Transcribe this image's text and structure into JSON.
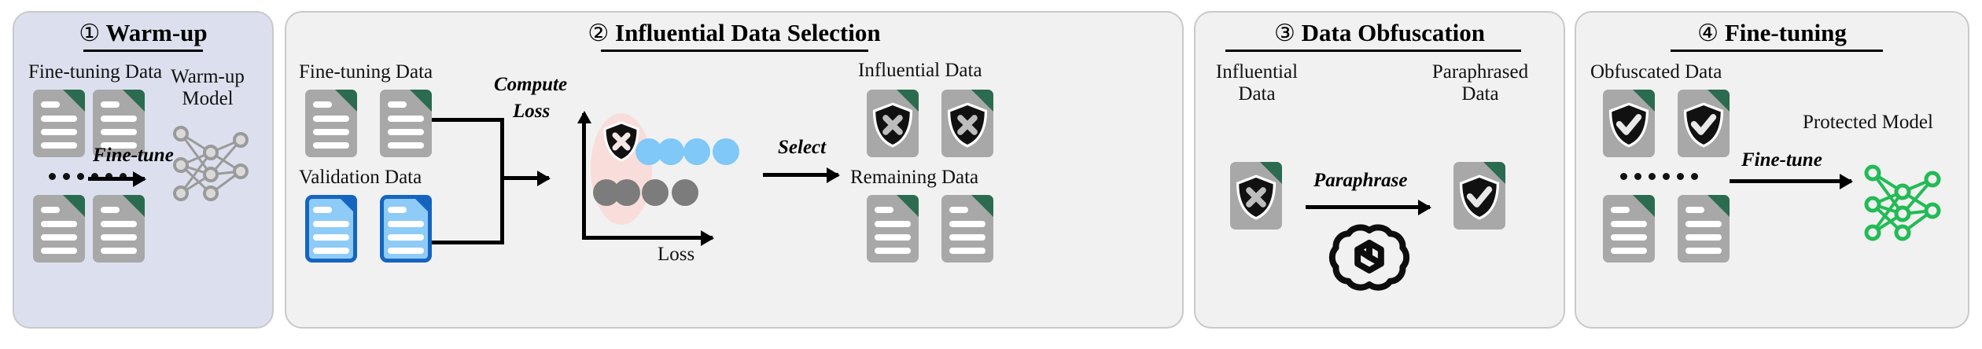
{
  "figure": {
    "type": "pipeline-diagram",
    "panel_count": 4,
    "colors": {
      "panel1_bg": "#dce0ee",
      "panel_bg": "#f1f1f1",
      "panel_border": "#c9c9c9",
      "doc_gray": "#a8a8a8",
      "doc_corner_green": "#2b6b4f",
      "validation_blue_fill": "#8ecbf7",
      "validation_blue_stroke": "#1565c0",
      "loss_dot_blue": "#7fc8f8",
      "loss_dot_gray": "#7c7c7c",
      "highlight_ellipse": "#f9ddda",
      "warmup_model_gray": "#9a9a9a",
      "protected_model_green": "#22bb55"
    }
  },
  "panels": [
    {
      "number": "①",
      "title": "Warm-up",
      "labels": {
        "input": "Fine-tuning Data",
        "output_line1": "Warm-up",
        "output_line2": "Model",
        "arrow": "Fine-tune",
        "ellipsis": "······"
      },
      "icons": {
        "input_docs": "document-icon",
        "output": "neural-network-icon"
      }
    },
    {
      "number": "②",
      "title": "Influential Data Selection",
      "labels": {
        "input_top": "Fine-tuning Data",
        "input_bottom": "Validation Data",
        "arrow1_line1": "Compute",
        "arrow1_line2": "Loss",
        "arrow2": "Select",
        "axis_x": "Loss",
        "output_top": "Influential Data",
        "output_bottom": "Remaining Data"
      },
      "icons": {
        "input_top_docs": "document-icon",
        "input_bottom_docs": "validation-document-icon",
        "influential_docs": "shield-x-document-icon",
        "remaining_docs": "document-icon"
      }
    },
    {
      "number": "③",
      "title": "Data Obfuscation",
      "labels": {
        "input_line1": "Influential",
        "input_line2": "Data",
        "output_line1": "Paraphrased",
        "output_line2": "Data",
        "arrow": "Paraphrase"
      },
      "icons": {
        "input": "shield-x-document-icon",
        "engine": "openai-logo-icon",
        "output": "shield-check-document-icon"
      }
    },
    {
      "number": "④",
      "title": "Fine-tuning",
      "labels": {
        "input": "Obfuscated Data",
        "output": "Protected Model",
        "arrow": "Fine-tune",
        "ellipsis": "······"
      },
      "icons": {
        "input_top_docs": "shield-check-document-icon",
        "input_bottom_docs": "document-icon",
        "output": "neural-network-icon"
      }
    }
  ],
  "chart_data": {
    "type": "scatter",
    "title": "",
    "xlabel": "Loss",
    "ylabel": "",
    "grid": false,
    "legend": null,
    "annotations": [
      "highlight ellipse over lowest-loss cluster"
    ],
    "series": [
      {
        "name": "influential (blue)",
        "color": "#7fc8f8",
        "x": [
          1,
          2,
          3,
          4
        ],
        "y": [
          1,
          1,
          1,
          1
        ]
      },
      {
        "name": "remaining (gray)",
        "color": "#7c7c7c",
        "x": [
          0,
          1,
          2,
          3
        ],
        "y": [
          0,
          0,
          0,
          0
        ]
      },
      {
        "name": "shield marker",
        "color": "#000000",
        "x": [
          0
        ],
        "y": [
          1
        ]
      }
    ]
  }
}
